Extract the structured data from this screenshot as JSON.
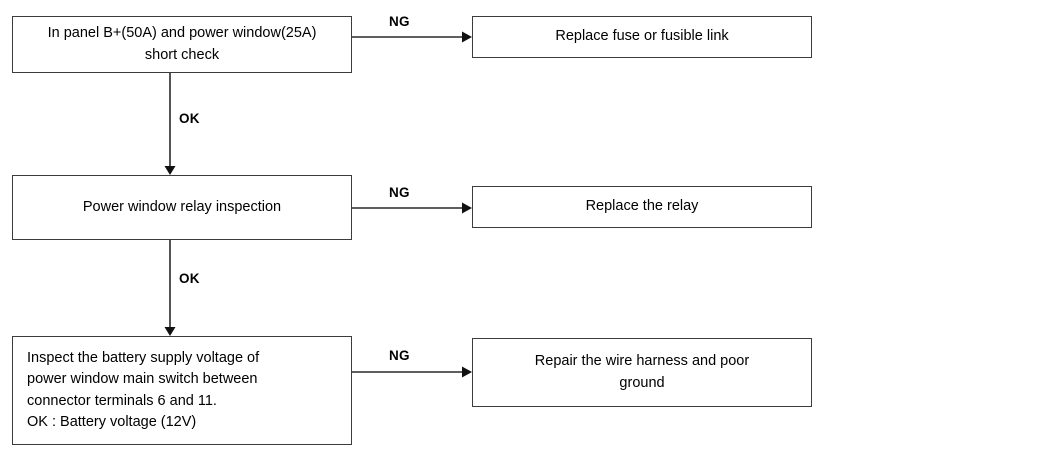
{
  "diagram": {
    "title": "Power window circuit troubleshooting flowchart",
    "orientation": "top-to-bottom with right-side failure branches",
    "colors": {
      "box_border": "#3c3c3c",
      "connector": "#2a2a2a",
      "text": "#000000",
      "background": "#ffffff"
    }
  },
  "steps": [
    {
      "id": "step-1",
      "text": "In panel B+(50A) and power window(25A)\nshort check",
      "align": "center"
    },
    {
      "id": "step-2",
      "text": "Power window relay inspection",
      "align": "center"
    },
    {
      "id": "step-3",
      "text": "Inspect the battery supply voltage of\npower window main switch between\nconnector terminals 6 and 11.\nOK : Battery voltage (12V)",
      "align": "left"
    }
  ],
  "results": [
    {
      "id": "result-1",
      "text": "Replace fuse or fusible link"
    },
    {
      "id": "result-2",
      "text": "Replace the relay"
    },
    {
      "id": "result-3",
      "text": "Repair the wire harness and poor\nground"
    }
  ],
  "edge_labels": {
    "ng_1": "NG",
    "ng_2": "NG",
    "ng_3": "NG",
    "ok_1": "OK",
    "ok_2": "OK"
  },
  "artifacts": {
    "faint_ghost_line": ""
  }
}
